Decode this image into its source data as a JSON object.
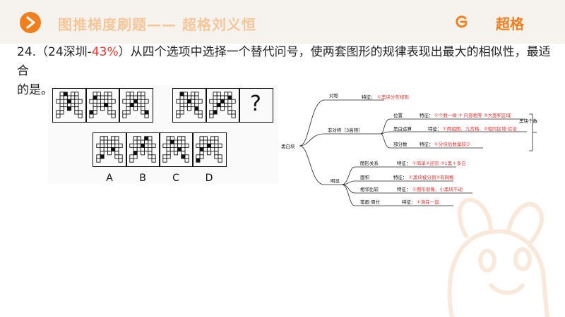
{
  "header": {
    "title": "图推梯度刷题—— 超格刘义恒",
    "brand": "超格"
  },
  "question": {
    "line1_prefix": "24.（24深圳-",
    "line1_pct": "43%",
    "line1_suffix": "）从四个选项中选择一个替代问号，使两套图形的规律表现出最大的相似性，最适合",
    "line2": "的是。"
  },
  "figures": {
    "question_mark": "?",
    "options": [
      "A",
      "B",
      "C",
      "D"
    ]
  },
  "mindmap": {
    "root": "黑白块",
    "branch1": "对称",
    "branch1_feature": "特征：",
    "branch1_detail": "①黑块分布规则",
    "branch2": "非对称（3高频）",
    "branch2_children": [
      {
        "label": "位置",
        "feature": "特征：",
        "detail": "①个数一样 ② 内部相等 ③大面积区域"
      },
      {
        "label": "黑白运算",
        "feature": "特征：",
        "detail": "①两组图、九宫格、②相同区域·验证"
      },
      {
        "label": "部分数",
        "feature": "特征：",
        "detail": "①分块后数量较少"
      }
    ],
    "branch2_note": "黑块个数",
    "branch3": "明显",
    "branch3_children": [
      {
        "label": "图形关系",
        "feature": "特征：",
        "detail": "①简单②迎宗 ③1黑＋多白"
      },
      {
        "label": "面积",
        "feature": "特征：",
        "detail": "①黑块被分割②有网格"
      },
      {
        "label": "相邻比较",
        "feature": "特征：",
        "detail": "①图形很像、小黑块不动"
      },
      {
        "label": "笔画·周长",
        "feature": "特征：",
        "detail": "①连在一起"
      }
    ]
  },
  "colors": {
    "accent": "#f07f1f",
    "highlight_text": "#e3342f",
    "topbar_bg": "#f6f2ee"
  }
}
